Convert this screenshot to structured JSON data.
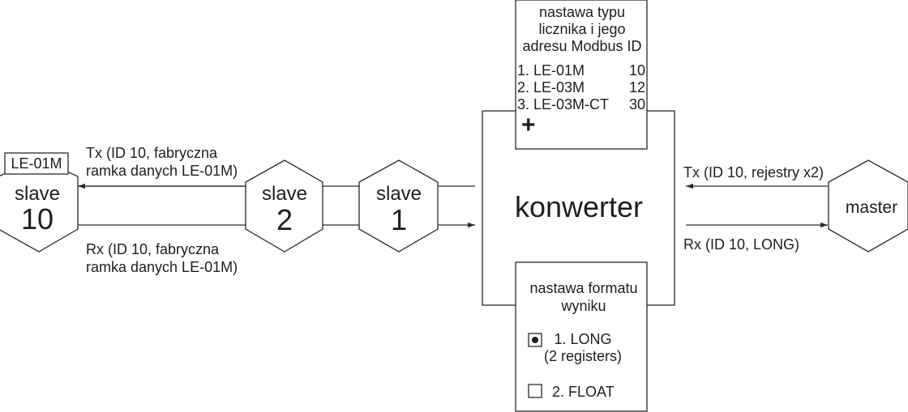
{
  "slave10": {
    "label1": "slave",
    "label2": "10",
    "tag": "LE-01M"
  },
  "slave2": {
    "label1": "slave",
    "label2": "2"
  },
  "slave1": {
    "label1": "slave",
    "label2": "1"
  },
  "left_tx": {
    "line1": "Tx (ID 10, fabryczna",
    "line2": "ramka danych LE-01M)"
  },
  "left_rx": {
    "line1": "Rx (ID 10, fabryczna",
    "line2": "ramka danych LE-01M)"
  },
  "converter": {
    "label": "konwerter"
  },
  "master": {
    "label": "master"
  },
  "right_tx": "Tx (ID 10, rejestry x2)",
  "right_rx": "Rx (ID 10, LONG)",
  "meter_settings": {
    "title": [
      "nastawa typu",
      "licznika i jego",
      "adresu Modbus ID"
    ],
    "items": [
      {
        "name": "1. LE-01M",
        "id": "10"
      },
      {
        "name": "2. LE-03M",
        "id": "12"
      },
      {
        "name": "3. LE-03M-CT",
        "id": "30"
      }
    ],
    "add": "+"
  },
  "format_settings": {
    "title": [
      "nastawa formatu",
      "wyniku"
    ],
    "opt1_line1": "1. LONG",
    "opt1_line2": "(2 registers)",
    "opt1_selected": true,
    "opt2": "2. FLOAT",
    "opt2_selected": false
  }
}
